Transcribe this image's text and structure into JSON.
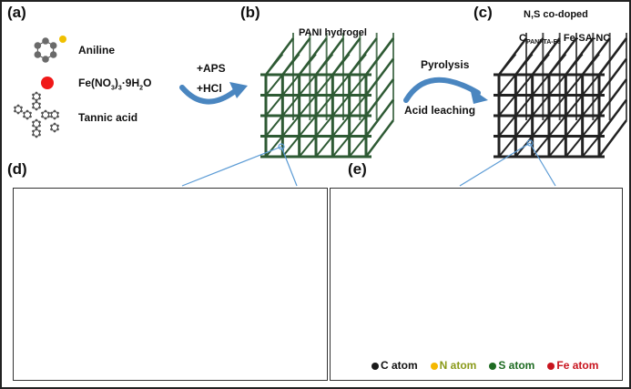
{
  "panels": {
    "a": {
      "label": "(a)",
      "items": [
        {
          "name": "Aniline",
          "icon": "aniline-molecule-icon"
        },
        {
          "name": "Fe(NO3)3·9H2O",
          "formula_main": "Fe(NO",
          "formula_sub1": "3",
          "formula_mid": ")",
          "formula_sub2": "3",
          "formula_rest": "·9H",
          "formula_sub3": "2",
          "formula_end": "O",
          "icon": "red-sphere-icon"
        },
        {
          "name": "Tannic acid",
          "icon": "tannic-acid-molecule-icon"
        }
      ]
    },
    "b": {
      "label": "(b)",
      "title": "PANI hydrogel",
      "reagent1": "+APS",
      "reagent2": "+HCl",
      "color": "#2e5a34"
    },
    "c": {
      "label": "(c)",
      "title_line1": "N,S co-doped",
      "title_c": "C",
      "title_sub": "PANI-TA-Fe",
      "title_rest": " Fe-SA-NC",
      "step1": "Pyrolysis",
      "step2": "Acid leaching",
      "color": "#222222"
    },
    "d": {
      "label": "(d)"
    },
    "e": {
      "label": "(e)",
      "legend": [
        {
          "label": "C atom",
          "color": "#1a1a1a",
          "text_color": "#111111"
        },
        {
          "label": "N atom",
          "color": "#f5b800",
          "text_color": "#8a9a1a"
        },
        {
          "label": "S atom",
          "color": "#1e6b22",
          "text_color": "#1e6b22"
        },
        {
          "label": "Fe atom",
          "color": "#c8141e",
          "text_color": "#c8141e"
        }
      ]
    }
  },
  "colors": {
    "arrow": "#4a86c0",
    "callout": "#5b9bd5",
    "carbon": "#555555",
    "sulfur": "#f0c000",
    "oxygen": "#e8141e",
    "nitrogen": "#1a2a8a"
  }
}
